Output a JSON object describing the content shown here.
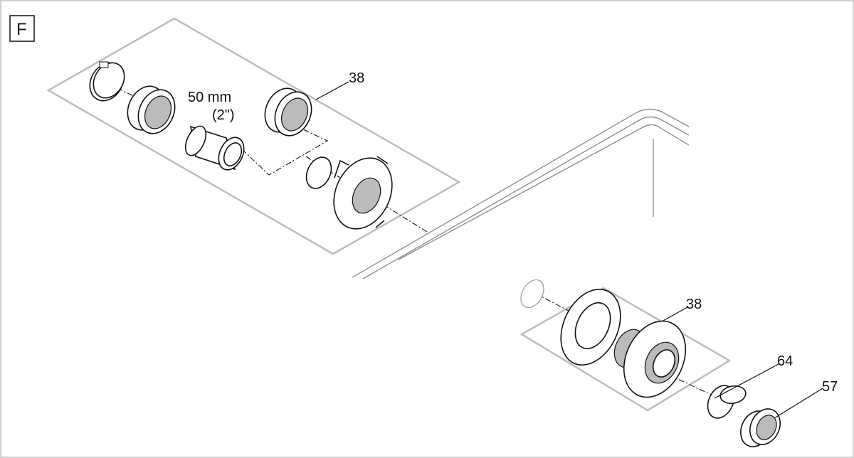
{
  "figure": {
    "section_letter": "F",
    "upper_assembly": {
      "part_number": "38",
      "hose_size_metric": "50 mm",
      "hose_size_imperial": "(2\")"
    },
    "lower_assembly": {
      "part_number": "38",
      "callouts": [
        "64",
        "57"
      ]
    }
  }
}
